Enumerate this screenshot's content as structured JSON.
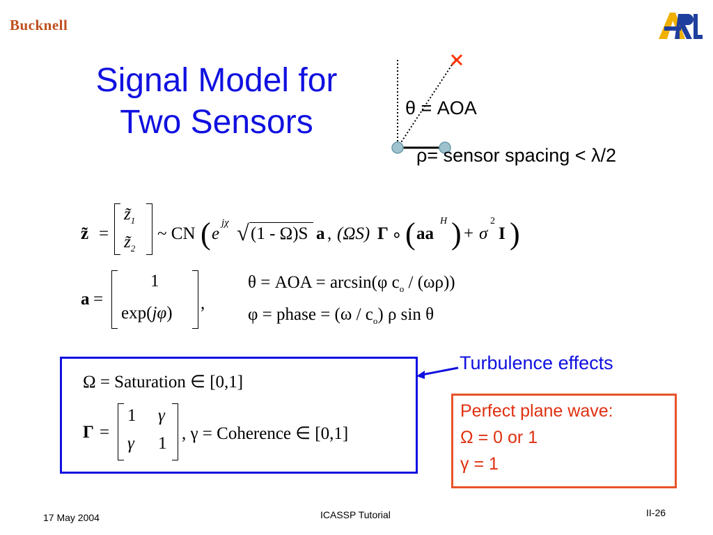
{
  "header": {
    "logo_left": "Bucknell",
    "logo_right_icon": "arl-logo"
  },
  "title": {
    "line1": "Signal Model for",
    "line2": "Two Sensors"
  },
  "geometry": {
    "aoa_label": "θ = AOA",
    "spacing_label": "ρ= sensor spacing < λ/2"
  },
  "equations": {
    "z": {
      "lhs": "z̃",
      "eq": "=",
      "top": "z̃",
      "top_sub": "1",
      "bot": "z̃",
      "bot_sub": "2",
      "dist": "~ CN",
      "exp_base": "e",
      "exp_sup": "jχ",
      "sqrt_body": "(1 - Ω)S",
      "a": "a",
      "comma": ",",
      "cov_a": "(ΩS)",
      "gamma": "Γ",
      "hadamard": "∘",
      "aa": "aa",
      "sup_h": "H",
      "plus": "+",
      "sigma": "σ",
      "sup_2": "2",
      "identity": "I"
    },
    "a": {
      "lhs": "a",
      "eq": "=",
      "top": "1",
      "bot_pre": "exp",
      "bot_arg": "jφ",
      "comma": ","
    },
    "theta": {
      "text": "θ = AOA = arcsin(φ c",
      "sub": "o",
      "tail": " / (ωρ))"
    },
    "phi": {
      "text": "φ = phase = (ω / c",
      "sub": "o",
      "tail": ") ρ sin θ"
    }
  },
  "blue_box": {
    "omega_line": "Ω = Saturation ∈ [0,1]",
    "gamma_lhs": "Γ",
    "eq": "=",
    "m11": "1",
    "m12": "γ",
    "m21": "γ",
    "m22": "1",
    "coherence": ",   γ = Coherence ∈ [0,1]"
  },
  "callout": {
    "label": "Turbulence effects"
  },
  "red_box": {
    "line1": "Perfect plane wave:",
    "line2": "Ω  = 0 or 1",
    "line3": "γ  = 1"
  },
  "footer": {
    "date": "17 May 2004",
    "center": "ICASSP Tutorial",
    "page": "II-26"
  },
  "colors": {
    "title": "#1010e0",
    "accent_red": "#e8542a",
    "bucknell": "#c0501f",
    "arl_blue": "#1f3f9f",
    "arl_gold": "#f0b000"
  }
}
